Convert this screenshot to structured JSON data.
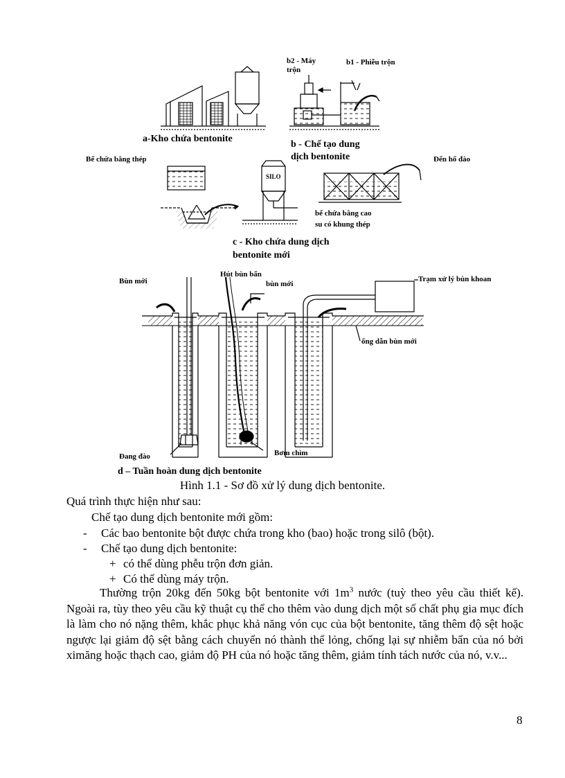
{
  "figure": {
    "labels": {
      "b2": "b2 - Máy",
      "b2_line2": "trộn",
      "b1": "b1 - Phiễu trộn",
      "a": "a-Kho chứa bentonite",
      "b_line1": "b - Chế tạo dung",
      "b_line2": "dịch bentonite",
      "steel_tank": "Bể chứa bằng thép",
      "silo": "SILO",
      "to_pit": "Đến hố đào",
      "rubber_tank_line1": "bể chứa bằng cao",
      "rubber_tank_line2": "su có khung thép",
      "c_line1": "c - Kho chứa dung dịch",
      "c_line2": "bentonite mới",
      "new_mud_left": "Bùn mới",
      "suck_dirty": "Hút bùn bẩn",
      "new_mud_mid": "bùn mới",
      "treatment": "Trạm xử lý bùn khoan",
      "new_mud_pipe": "ống dẫn bùn mới",
      "digging": "Đang đào",
      "pump": "Bơm chìm",
      "d": "d – Tuần hoàn dung dịch bentonite"
    },
    "caption": "Hình 1.1 - Sơ đồ xử lý dung dịch bentonite."
  },
  "text": {
    "intro": "Quá trình thực hiện như sau:",
    "sub_intro": "Chế tạo dung dịch bentonite mới gồm:",
    "bullet1_mark": "-",
    "bullet1": "Các bao bentonite bột được chứa trong kho (bao) hoặc trong silô (bột).",
    "bullet2_mark": "-",
    "bullet2": "Chế tạo dung dịch bentonite:",
    "plus_mark": "+",
    "plus1": "có thể dùng phễu trộn đơn giản.",
    "plus2": "Có thể dùng máy trộn.",
    "para_a": "Thường trộn 20kg đến 50kg bột bentonite với 1m",
    "para_sup": "3",
    "para_b": " nước (tuỳ theo yêu cầu thiết kế). Ngoài ra, tùy theo yêu cầu kỹ thuật cụ thể cho thêm vào dung dịch một số chất phụ gia mục đích là làm cho nó nặng thêm, khắc phục khả năng vón cục của bột bentonite, tăng thêm độ sệt hoặc ngược lại giảm độ sệt bằng cách chuyển nó thành thể lỏng, chống lại sự nhiễm bẩn của nó bởi ximăng hoặc thạch cao, giảm độ PH của nó hoặc tăng thêm, giảm tính tách nước của nó, v.v..."
  },
  "page_number": "8"
}
